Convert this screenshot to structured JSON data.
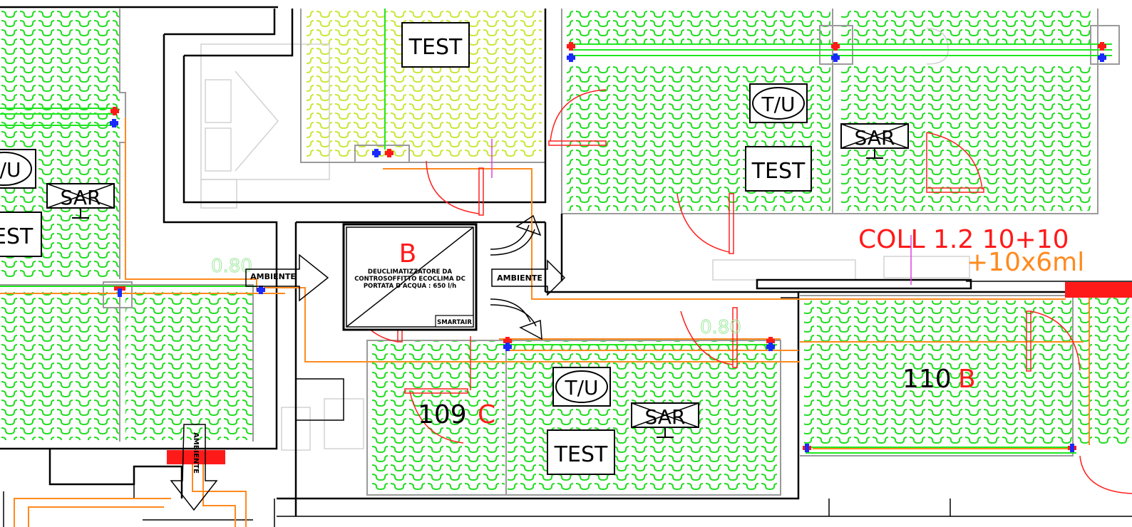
{
  "labels": {
    "test": "TEST",
    "tu": "T/U",
    "sar": "SAR",
    "ambiente": "AMBIENTE",
    "smartair": "SMARTAIR"
  },
  "unit": {
    "letter": "B",
    "line1": "DEUCLIMATIZZATORE DA",
    "line2": "CONTROSOFFITTO ECOCLIMA DC",
    "line3": "PORTATA D'ACQUA : 650 l/h"
  },
  "rooms": {
    "r109_number": "109",
    "r109_letter": "C",
    "r110_number": "110",
    "r110_letter": "B"
  },
  "collector": {
    "line1": "COLL 1.2  10+10",
    "line2": "+10x6ml"
  },
  "ghost": {
    "dim": "0.80"
  },
  "colors": {
    "heating_green": "#22dd22",
    "heating_yellow": "#c8e83a",
    "supply_red": "#ff1a1a",
    "return_blue": "#1a2aff",
    "feed_orange": "#ff8a1e",
    "wall_black": "#000000"
  }
}
